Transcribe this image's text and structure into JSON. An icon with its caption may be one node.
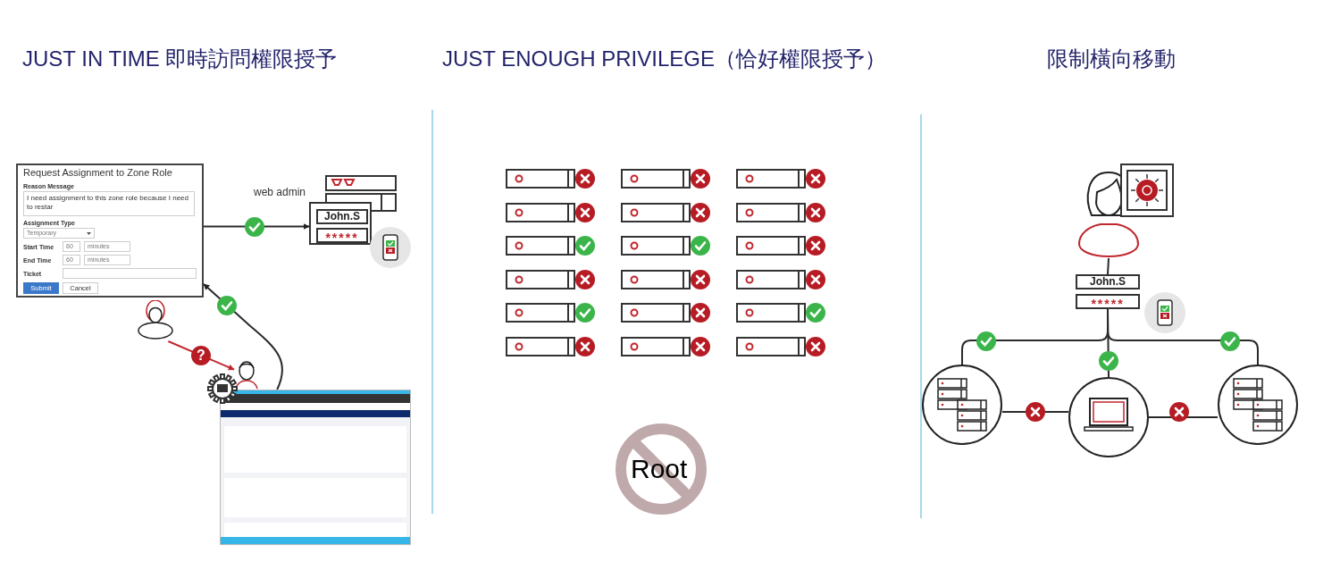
{
  "diagram": {
    "nodes": [
      {
        "text": [
          "Request Assignment to Zone Role",
          "Reason Message",
          "I need assignment to this zone role because I need to restar",
          "Assignment Type",
          "Temporary",
          "Start Time",
          "60",
          "minutes",
          "End Time",
          "60",
          "minutes",
          "Ticket",
          "Submit",
          "Cancel"
        ]
      },
      {
        "text": [
          "web admin",
          "John.S",
          "*****"
        ]
      },
      {
        "text": [],
        "shape": "person"
      },
      {
        "text": [],
        "shape": "person"
      },
      {
        "text": [],
        "shape": "picture"
      },
      {
        "text": [
          "Root"
        ]
      },
      {
        "text": [],
        "shape": "person"
      },
      {
        "text": [
          "John.S",
          "*****"
        ]
      },
      {
        "text": [],
        "shape": "circle"
      },
      {
        "text": [],
        "shape": "circle"
      },
      {
        "text": [],
        "shape": "circle"
      }
    ],
    "edges": [
      {
        "from": 0,
        "to": 1,
        "arrow": "to"
      },
      {
        "from": 2,
        "to": 3,
        "arrow": "to",
        "label": "?",
        "color": "#c0272d"
      },
      {
        "from": 4,
        "to": 0,
        "arrow": "to"
      },
      {
        "from": 6,
        "to": 7,
        "arrow": "none"
      },
      {
        "from": 7,
        "to": 8,
        "arrow": "none"
      },
      {
        "from": 7,
        "to": 9,
        "arrow": "none"
      },
      {
        "from": 7,
        "to": 10,
        "arrow": "none"
      },
      {
        "from": 8,
        "to": 9,
        "arrow": "none"
      },
      {
        "from": 9,
        "to": 10,
        "arrow": "none"
      }
    ],
    "labels": [
      "JUST IN TIME 即時訪問權限授予",
      "JUST ENOUGH PRIVILEGE（恰好權限授予）",
      "限制橫向移動"
    ]
  }
}
